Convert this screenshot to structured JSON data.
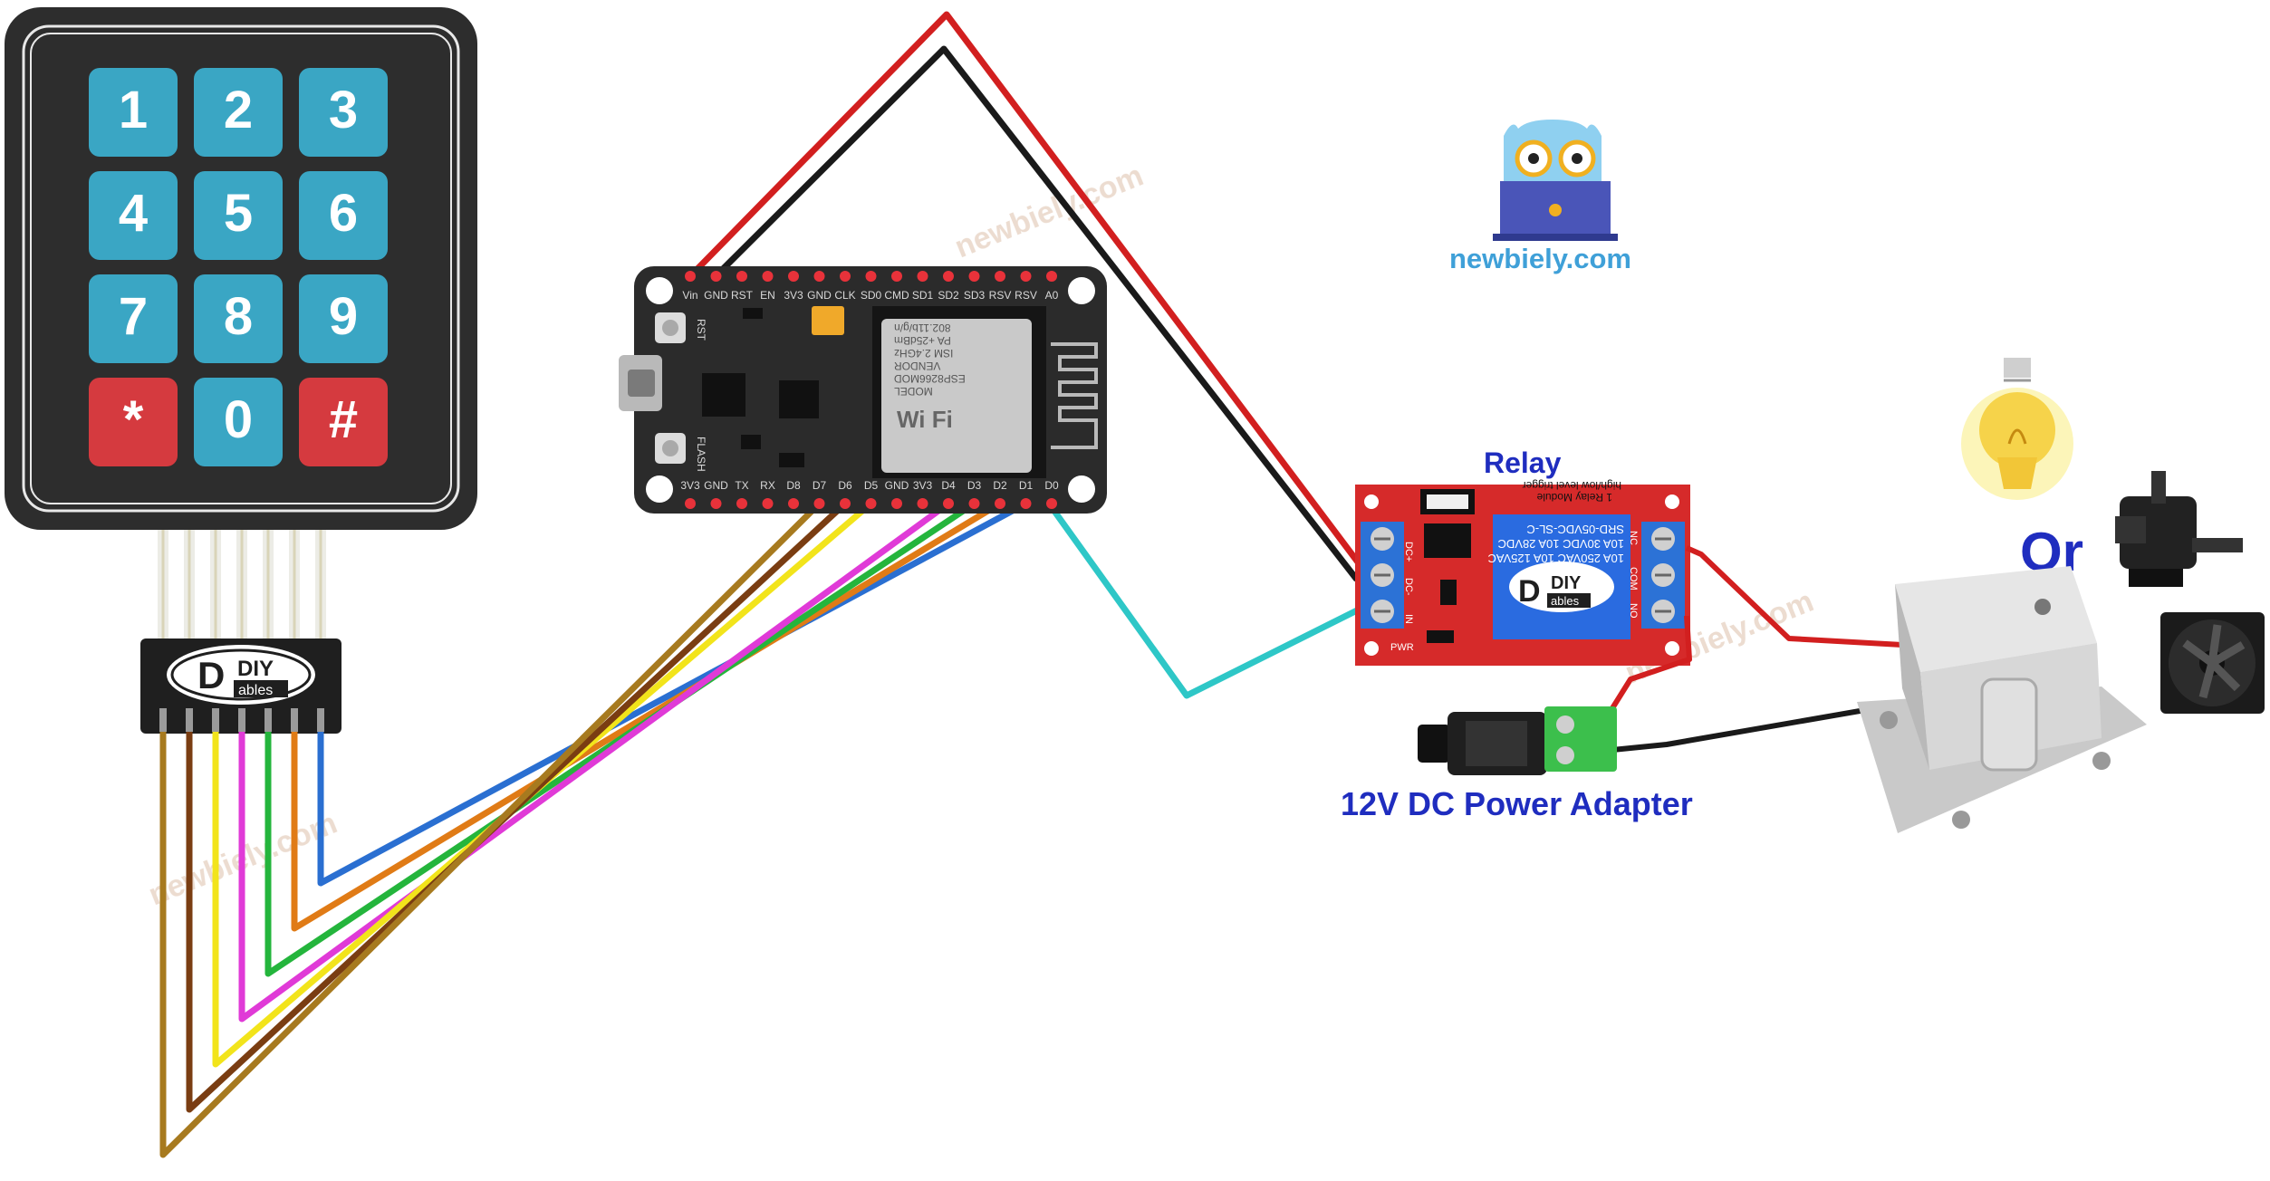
{
  "keypad": {
    "keys": [
      "1",
      "2",
      "3",
      "4",
      "5",
      "6",
      "7",
      "8",
      "9",
      "*",
      "0",
      "#"
    ],
    "key_color": "#3aa6c4",
    "special_key_color": "#d53a3f"
  },
  "diy_logo": {
    "line1": "DIY",
    "line2": "ables"
  },
  "esp_board": {
    "top_pins": [
      "Vin",
      "GND",
      "RST",
      "EN",
      "3V3",
      "GND",
      "CLK",
      "SD0",
      "CMD",
      "SD1",
      "SD2",
      "SD3",
      "RSV",
      "RSV",
      "A0"
    ],
    "bottom_pins": [
      "3V3",
      "GND",
      "TX",
      "RX",
      "D8",
      "D7",
      "D6",
      "D5",
      "GND",
      "3V3",
      "D4",
      "D3",
      "D2",
      "D1",
      "D0"
    ],
    "side_labels": [
      "RST",
      "FLASH"
    ],
    "module_text": [
      "MODEL",
      "ESP8266MOD",
      "VENDOR",
      "ISM 2.4GHz",
      "PA +25dBm",
      "802.11b/g/n"
    ],
    "wifi_text": "Wi Fi"
  },
  "relay": {
    "label": "Relay",
    "relay_text": [
      "10A 250VAC 10A 125VAC",
      "10A 30VDC 10A 28VDC",
      "SRD-05VDC-SL-C"
    ],
    "board_text": "1 Relay Module",
    "trigger_text": "high/low level trigger",
    "left_pins": [
      "DC+",
      "DC-",
      "IN"
    ],
    "right_pins": [
      "NC",
      "COM",
      "NO"
    ],
    "pwr_text": "PWR"
  },
  "power_adapter": {
    "label": "12V DC Power Adapter"
  },
  "alternatives": {
    "or_text": "Or"
  },
  "brand": {
    "name": "newbiely.com"
  },
  "watermark": "newbiely.com",
  "wire_colors": {
    "power": "#d21f1f",
    "ground": "#1a1a1a",
    "signal": "#2ec7c7",
    "keypad": [
      "#2a6fd1",
      "#e07b16",
      "#24b53c",
      "#e03ad7",
      "#f2e41b",
      "#7a3d12",
      "#a77a1f"
    ]
  }
}
